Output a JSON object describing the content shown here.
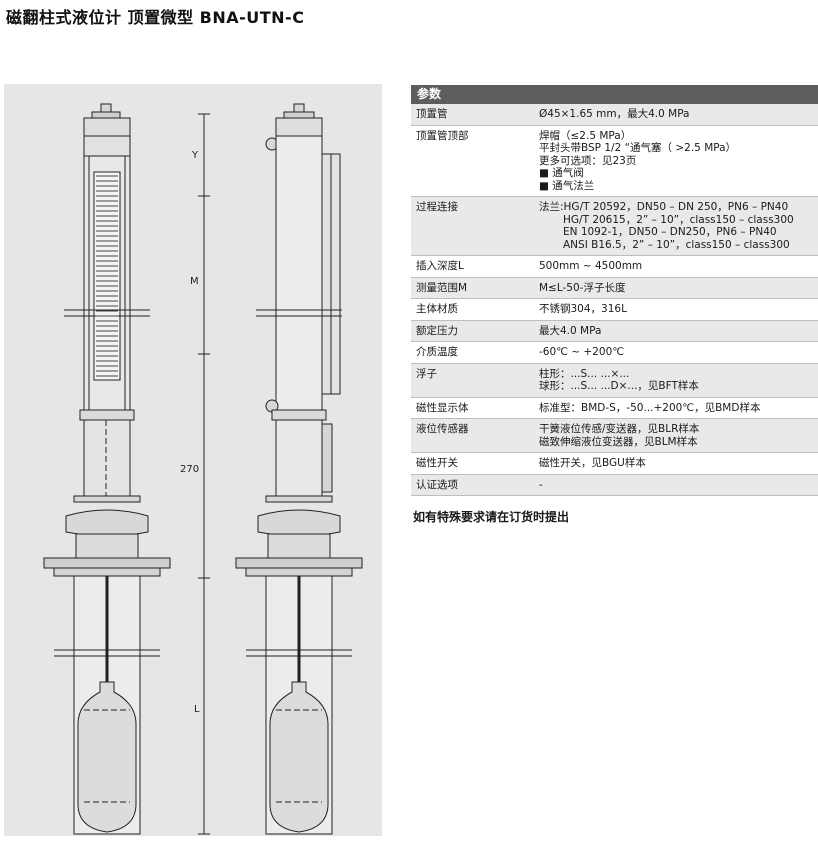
{
  "page_title": "磁翻柱式液位计 顶置微型  BNA-UTN-C",
  "drawing": {
    "dims": {
      "y": "Y",
      "m": "M",
      "total": "270",
      "l": "L"
    }
  },
  "spec": {
    "header": "参数",
    "rows": [
      {
        "label": "顶置管",
        "values": [
          "Ø45×1.65 mm，最大4.0 MPa"
        ]
      },
      {
        "label": "顶置管顶部",
        "values": [
          "焊帽（≤2.5 MPa）",
          "平封头带BSP 1/2 “通气塞（ >2.5 MPa）",
          "更多可选项：见23页",
          "■ 通气阀",
          "■ 通气法兰"
        ]
      },
      {
        "label": "过程连接",
        "values": [
          "法兰:HG/T 20592，DN50 – DN 250，PN6 – PN40",
          "HG/T 20615，2” – 10”，class150 – class300",
          "EN 1092-1，DN50 – DN250，PN6 – PN40",
          "ANSI B16.5，2” – 10”，class150 – class300"
        ]
      },
      {
        "label": "插入深度L",
        "values": [
          "500mm ~ 4500mm"
        ]
      },
      {
        "label": "测量范围M",
        "values": [
          "M≤L-50-浮子长度"
        ]
      },
      {
        "label": "主体材质",
        "values": [
          "不锈钢304，316L"
        ]
      },
      {
        "label": "额定压力",
        "values": [
          "最大4.0 MPa"
        ]
      },
      {
        "label": "介质温度",
        "values": [
          "-60℃ ~ +200℃"
        ]
      },
      {
        "label": "浮子",
        "values": [
          "柱形：...S... ...×...",
          "球形：...S... ...D×...，见BFT样本"
        ]
      },
      {
        "label": "磁性显示体",
        "values": [
          "标准型：BMD-S，-50...+200℃，见BMD样本"
        ]
      },
      {
        "label": "液位传感器",
        "values": [
          "干簧液位传感/变送器，见BLR样本",
          "磁致伸缩液位变送器，见BLM样本"
        ]
      },
      {
        "label": "磁性开关",
        "values": [
          "磁性开关，见BGU样本"
        ]
      },
      {
        "label": "认证选项",
        "values": [
          "-"
        ]
      }
    ],
    "note": "如有特殊要求请在订货时提出"
  }
}
